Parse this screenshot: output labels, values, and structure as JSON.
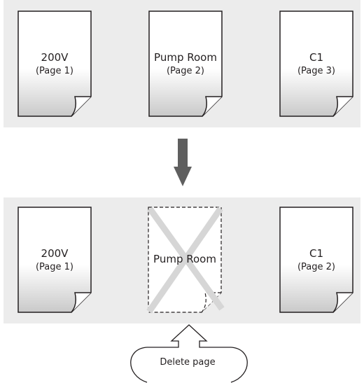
{
  "before": {
    "pages": [
      {
        "title": "200V",
        "sub": "(Page 1)"
      },
      {
        "title": "Pump Room",
        "sub": "(Page 2)"
      },
      {
        "title": "C1",
        "sub": "(Page 3)"
      }
    ]
  },
  "after": {
    "pages": [
      {
        "title": "200V",
        "sub": "(Page 1)"
      },
      {
        "title": "Pump Room",
        "sub": ""
      },
      {
        "title": "C1",
        "sub": "(Page 2)"
      }
    ]
  },
  "callout": {
    "label": "Delete page"
  },
  "colors": {
    "panel": "#ececec",
    "page_border": "#231f20",
    "arrow": "#5f5f5f",
    "cross": "#d6d6d6"
  },
  "icons": [
    "document-icon",
    "down-arrow-icon",
    "delete-cross-icon",
    "up-arrow-callout-icon"
  ]
}
